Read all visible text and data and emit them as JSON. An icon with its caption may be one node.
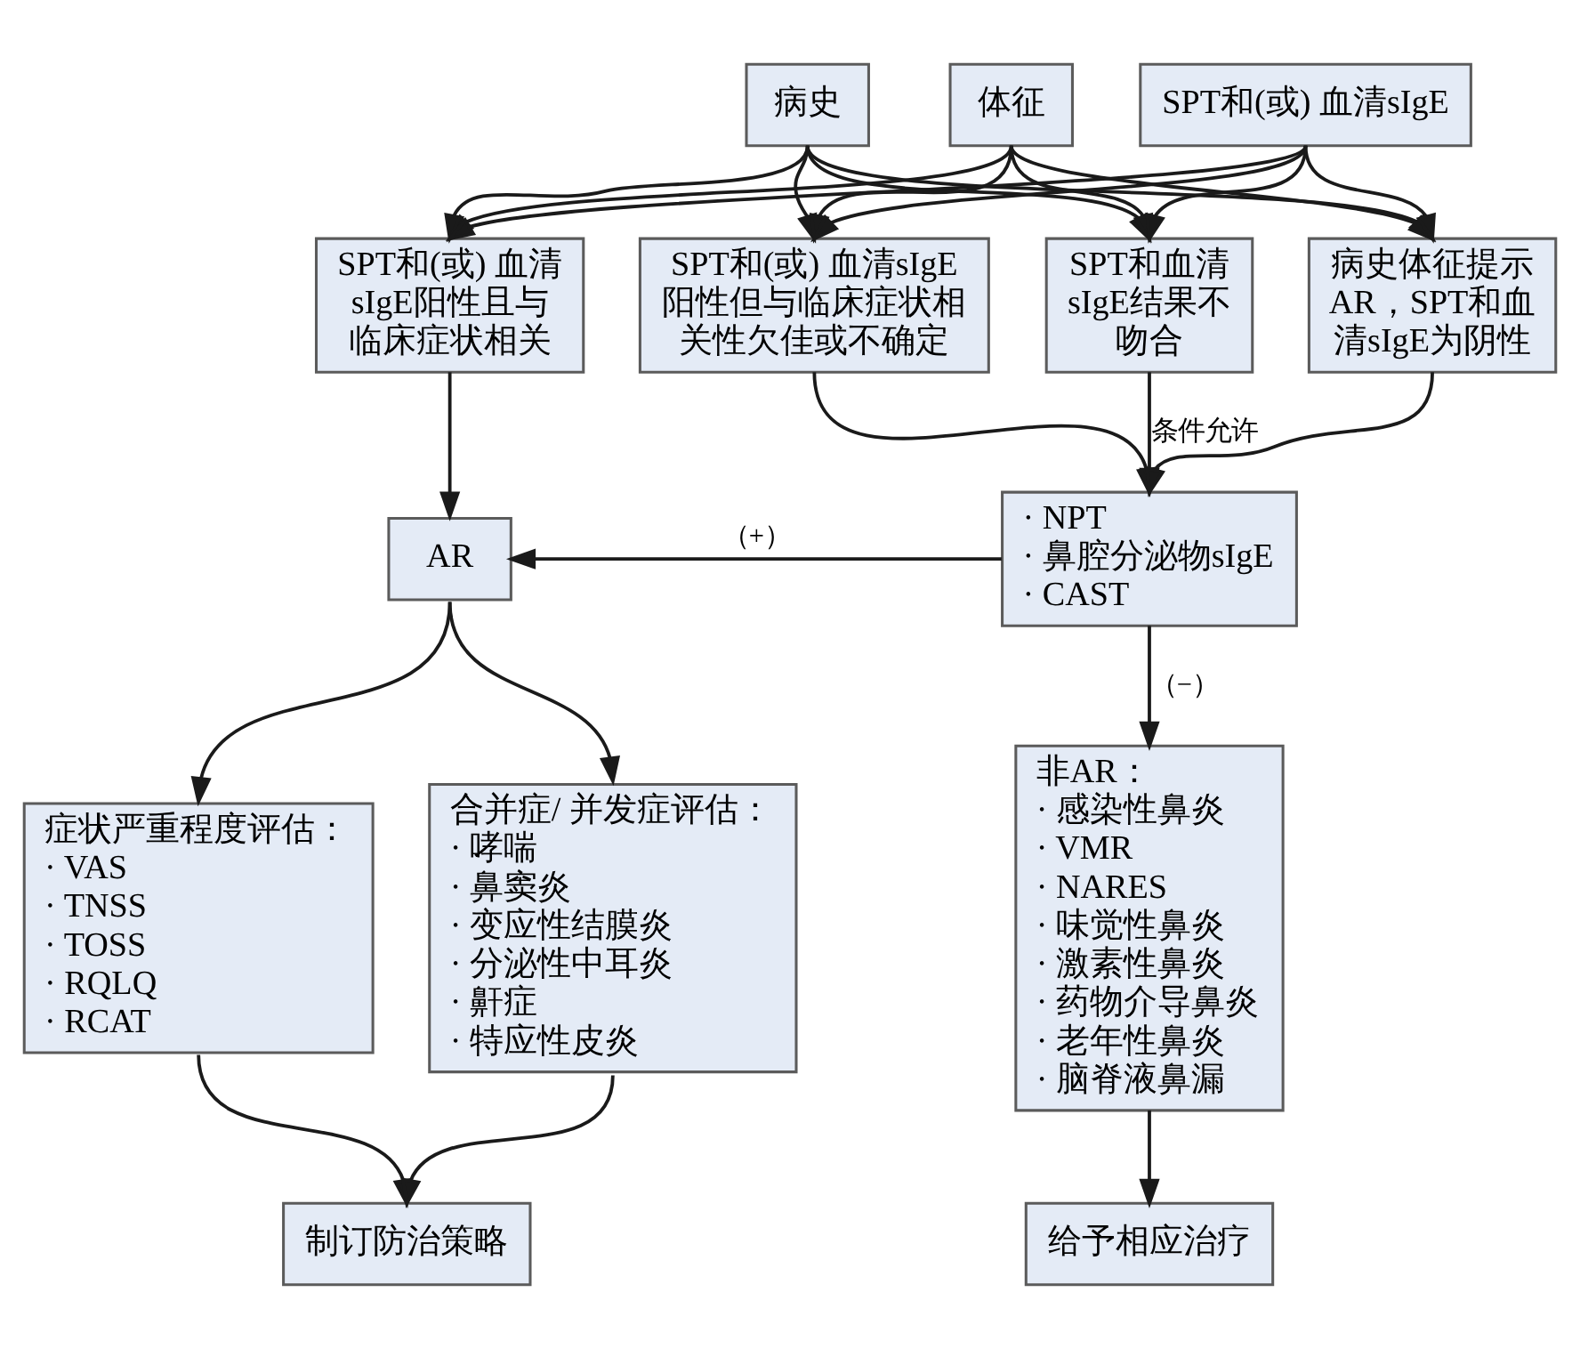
{
  "diagram": {
    "nodes": [
      {
        "text": [
          "病史"
        ]
      },
      {
        "text": [
          "体征"
        ]
      },
      {
        "text": [
          "SPT和(或) 血清sIgE"
        ]
      },
      {
        "text": [
          "SPT和(或) 血清sIgE阳性且与临床症状相关"
        ]
      },
      {
        "text": [
          "SPT和(或) 血清sIgE阳性但与临床症状相关性欠佳或不确定"
        ]
      },
      {
        "text": [
          "SPT和血清sIgE结果不吻合"
        ]
      },
      {
        "text": [
          "病史体征提示AR，SPT和血清sIgE为阴性"
        ]
      },
      {
        "text": [
          "· NPT",
          "· 鼻腔分泌物sIgE",
          "· CAST"
        ]
      },
      {
        "text": [
          "AR"
        ]
      },
      {
        "text": [
          "症状严重程度评估：",
          "· VAS",
          "· TNSS",
          "· TOSS",
          "· RQLQ",
          "· RCAT"
        ]
      },
      {
        "text": [
          "合并症/ 并发症评估：",
          "· 哮喘",
          "· 鼻窦炎",
          "· 变应性结膜炎",
          "· 分泌性中耳炎",
          "· 鼾症",
          "· 特应性皮炎"
        ]
      },
      {
        "text": [
          "非AR：",
          "· 感染性鼻炎",
          "· VMR",
          "· NARES",
          "· 味觉性鼻炎",
          "· 激素性鼻炎",
          "· 药物介导鼻炎",
          "· 老年性鼻炎",
          "· 脑脊液鼻漏"
        ]
      },
      {
        "text": [
          "制订防治策略"
        ]
      },
      {
        "text": [
          "给予相应治疗"
        ]
      }
    ],
    "edges": [
      {
        "from": 0,
        "to": 3,
        "arrow": "to"
      },
      {
        "from": 0,
        "to": 4,
        "arrow": "to"
      },
      {
        "from": 0,
        "to": 5,
        "arrow": "to"
      },
      {
        "from": 0,
        "to": 6,
        "arrow": "to"
      },
      {
        "from": 1,
        "to": 3,
        "arrow": "to"
      },
      {
        "from": 1,
        "to": 4,
        "arrow": "to"
      },
      {
        "from": 1,
        "to": 5,
        "arrow": "to"
      },
      {
        "from": 1,
        "to": 6,
        "arrow": "to"
      },
      {
        "from": 2,
        "to": 3,
        "arrow": "to"
      },
      {
        "from": 2,
        "to": 4,
        "arrow": "to"
      },
      {
        "from": 2,
        "to": 5,
        "arrow": "to"
      },
      {
        "from": 2,
        "to": 6,
        "arrow": "to"
      },
      {
        "from": 3,
        "to": 8,
        "arrow": "to"
      },
      {
        "from": 4,
        "to": 7,
        "arrow": "to"
      },
      {
        "from": 5,
        "to": 7,
        "arrow": "to",
        "label": "条件允许"
      },
      {
        "from": 6,
        "to": 7,
        "arrow": "to"
      },
      {
        "from": 7,
        "to": 8,
        "arrow": "to",
        "label": "（+）"
      },
      {
        "from": 7,
        "to": 11,
        "arrow": "to",
        "label": "（−）"
      },
      {
        "from": 8,
        "to": 9,
        "arrow": "to"
      },
      {
        "from": 8,
        "to": 10,
        "arrow": "to"
      },
      {
        "from": 9,
        "to": 12,
        "arrow": "to"
      },
      {
        "from": 10,
        "to": 12,
        "arrow": "to"
      },
      {
        "from": 11,
        "to": 13,
        "arrow": "to"
      }
    ]
  }
}
